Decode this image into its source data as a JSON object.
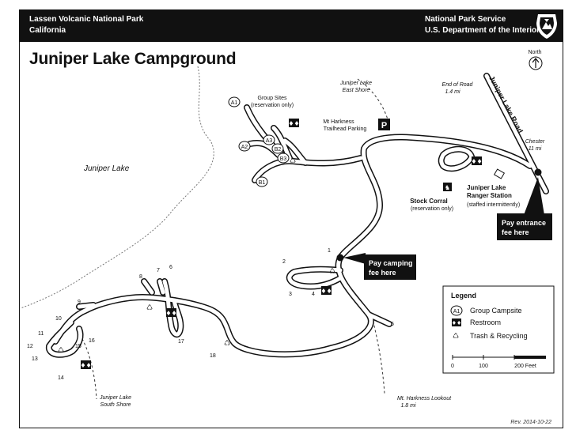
{
  "header": {
    "park_line1": "Lassen Volcanic National Park",
    "park_line2": "California",
    "agency_line1": "National Park Service",
    "agency_line2": "U.S. Department of the Interior"
  },
  "map_title": "Juniper Lake Campground",
  "north_label": "North",
  "lake_label": "Juniper Lake",
  "road_label": "Juniper Lake Road",
  "group_sites": {
    "title": "Group Sites",
    "subtitle": "(reservation only)",
    "sites": [
      "A1",
      "A2",
      "A3",
      "B1",
      "B2",
      "B3"
    ]
  },
  "trailhead": {
    "line1": "Mt Harkness",
    "line2": "Trailhead Parking",
    "parking_symbol": "P"
  },
  "destinations": {
    "east_shore_1": "Juniper Lake",
    "east_shore_2": "East Shore",
    "end_road_1": "End of Road",
    "end_road_2": "1.4 mi",
    "chester_1": "Chester",
    "chester_2": "11 mi",
    "south_shore_1": "Juniper Lake",
    "south_shore_2": "South Shore",
    "harkness_1": "Mt. Harkness Lookout",
    "harkness_2": "1.8 mi"
  },
  "stock_corral": {
    "title": "Stock Corral",
    "subtitle": "(reservation only)"
  },
  "ranger_station": {
    "line1": "Juniper Lake",
    "line2": "Ranger Station",
    "line3": "(staffed intermittently)"
  },
  "callouts": {
    "camping_1": "Pay camping",
    "camping_2": "fee here",
    "entrance_1": "Pay entrance",
    "entrance_2": "fee here"
  },
  "site_numbers": [
    "1",
    "2",
    "3",
    "4",
    "5",
    "6",
    "7",
    "8",
    "9",
    "10",
    "11",
    "12",
    "13",
    "14",
    "15",
    "16",
    "17",
    "18"
  ],
  "legend": {
    "title": "Legend",
    "items": [
      {
        "icon": "group-campsite-icon",
        "symbol": "A1",
        "label": "Group Campsite"
      },
      {
        "icon": "restroom-icon",
        "label": "Restroom"
      },
      {
        "icon": "trash-recycling-icon",
        "label": "Trash & Recycling"
      }
    ],
    "scale": {
      "ticks": [
        "0",
        "100",
        "200 Feet"
      ]
    }
  },
  "revision": "Rev. 2014-10-22"
}
